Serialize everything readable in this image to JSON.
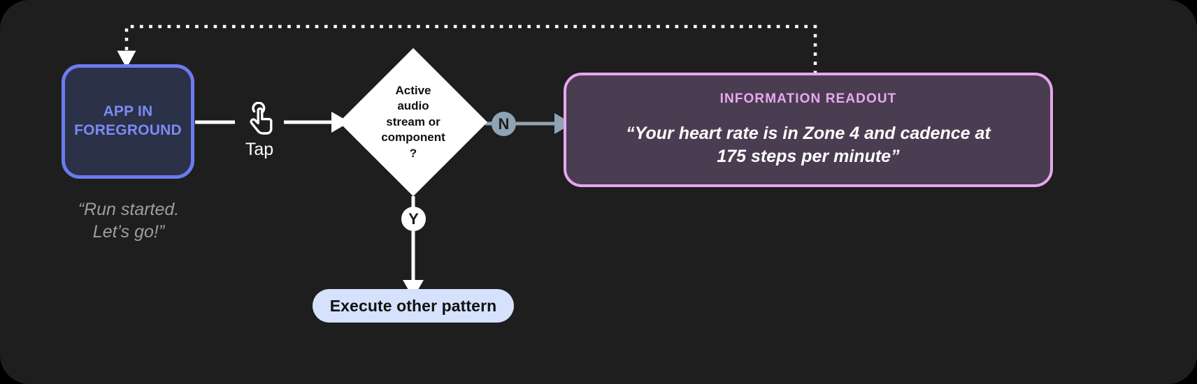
{
  "canvas": {
    "background": "#1e1e1e",
    "page_background": "#000000"
  },
  "nodes": {
    "app_box": {
      "label": "APP IN\nFOREGROUND",
      "label_line1": "APP IN",
      "label_line2": "FOREGROUND",
      "text_color": "#7b8bf5",
      "fill": "#2b3146",
      "border": "#6b7bf0"
    },
    "app_caption": {
      "line1": "“Run started.",
      "line2": "Let’s go!”",
      "color": "#9d9d9d"
    },
    "tap": {
      "label": "Tap",
      "icon": "tap-hand-icon",
      "color": "#ffffff"
    },
    "decision": {
      "line1": "Active",
      "line2": "audio",
      "line3": "stream or",
      "line4": "component",
      "line5": "?",
      "fill": "#ffffff",
      "text_color": "#101010"
    },
    "badge_no": {
      "label": "N",
      "fill": "#8fa3b2",
      "text_color": "#1b1b1b"
    },
    "badge_yes": {
      "label": "Y",
      "fill": "#ffffff",
      "text_color": "#1b1b1b"
    },
    "readout": {
      "title": "INFORMATION READOUT",
      "body_line1": "“Your heart rate is in Zone 4 and cadence at",
      "body_line2": "175 steps per minute”",
      "title_color": "#e9a8f2",
      "body_color": "#ffffff",
      "fill": "#4b3d51",
      "border": "#e7a6f0"
    },
    "execute_pill": {
      "label": "Execute other pattern",
      "fill": "#d6e1fb",
      "text_color": "#111111"
    }
  },
  "connectors": {
    "app_to_tap": {
      "style": "solid",
      "color": "#ffffff"
    },
    "tap_to_decision": {
      "style": "solid-arrow",
      "color": "#ffffff"
    },
    "decision_no_to_readout": {
      "style": "solid-arrow",
      "color": "#8fa3b2"
    },
    "decision_yes_to_execute": {
      "style": "solid-arrow",
      "color": "#ffffff"
    },
    "readout_feedback_to_app": {
      "style": "dotted-arrow",
      "color": "#ffffff"
    }
  }
}
